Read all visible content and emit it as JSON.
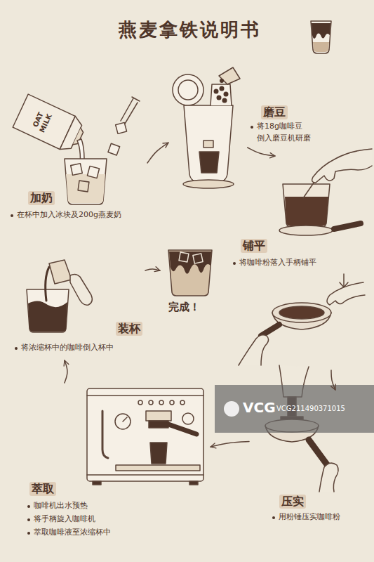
{
  "diagram": {
    "title": "燕麦拿铁说明书",
    "nodes": [
      {
        "text": [
          "加奶",
          "在杯中加入冰块及200g燕麦奶"
        ]
      },
      {
        "text": [
          "磨豆",
          "将18g咖啡豆 倒入磨豆机研磨"
        ]
      },
      {
        "text": [
          "铺平",
          "将咖啡粉落入手柄铺平"
        ]
      },
      {
        "text": [
          "压实",
          "用粉锤压实咖啡粉"
        ]
      },
      {
        "text": [
          "萃取",
          "咖啡机出水预热",
          "将手柄旋入咖啡机",
          "萃取咖啡液至浓缩杯中"
        ]
      },
      {
        "text": [
          "装杯",
          "将浓缩杯中的咖啡倒入杯中"
        ]
      },
      {
        "text": [
          "完成！"
        ]
      }
    ],
    "edges": [
      {
        "from": 0,
        "to": 1,
        "arrow": "to"
      },
      {
        "from": 1,
        "to": 2,
        "arrow": "to"
      },
      {
        "from": 2,
        "to": 3,
        "arrow": "to"
      },
      {
        "from": 3,
        "to": 4,
        "arrow": "to"
      },
      {
        "from": 4,
        "to": 5,
        "arrow": "to"
      },
      {
        "from": 5,
        "to": 6,
        "arrow": "to"
      }
    ],
    "labels": [
      "OAT MILK",
      "VCG",
      "VCG211490371015"
    ]
  }
}
